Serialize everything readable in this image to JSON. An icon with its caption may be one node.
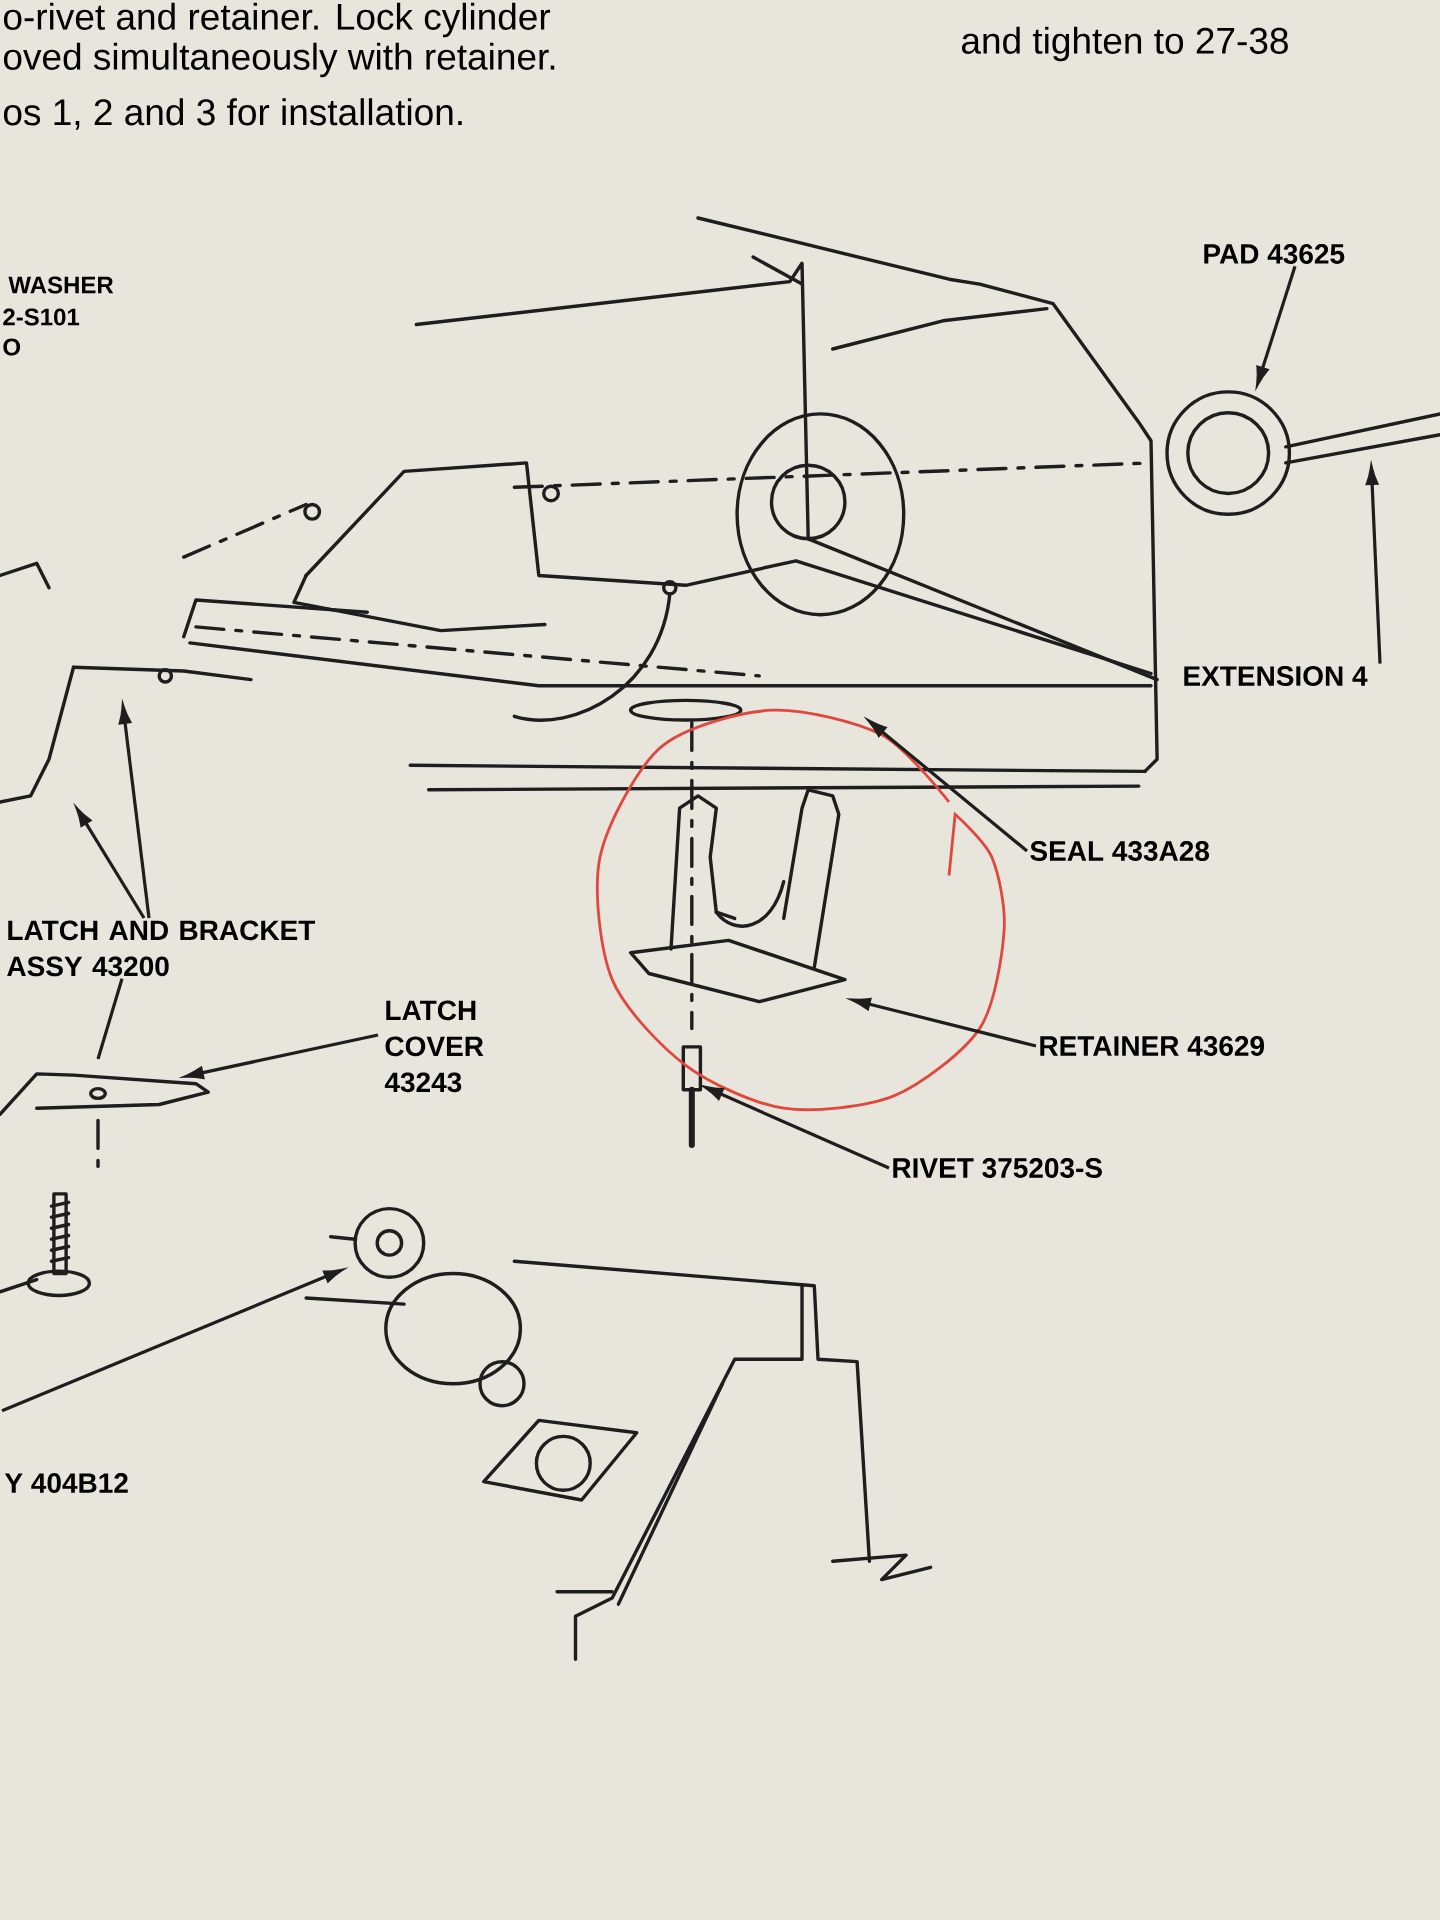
{
  "diagram": {
    "nodes": [
      {
        "text": [
          "PAD 43625"
        ]
      },
      {
        "text": [
          "EXTENSION 4"
        ]
      },
      {
        "text": [
          "SEAL 433A28"
        ]
      },
      {
        "text": [
          "RETAINER 43629"
        ]
      },
      {
        "text": [
          "RIVET 375203-S"
        ]
      },
      {
        "text": [
          "LATCH AND BRACKET ASSY 43200"
        ]
      },
      {
        "text": [
          "LATCH COVER 43243"
        ]
      },
      {
        "text": [
          "Y 404B12"
        ]
      }
    ],
    "edges": [
      {
        "from": 0,
        "to": null,
        "arrow": "to"
      },
      {
        "from": 1,
        "to": null,
        "arrow": "to"
      },
      {
        "from": 2,
        "to": null,
        "arrow": "to"
      },
      {
        "from": 3,
        "to": null,
        "arrow": "to"
      },
      {
        "from": 4,
        "to": null,
        "arrow": "to"
      },
      {
        "from": 5,
        "to": null,
        "arrow": "to"
      },
      {
        "from": 5,
        "to": null,
        "arrow": "to"
      },
      {
        "from": 5,
        "to": null,
        "arrow": "none"
      },
      {
        "from": 6,
        "to": null,
        "arrow": "to"
      },
      {
        "from": 7,
        "to": null,
        "arrow": "to"
      }
    ],
    "labels": [
      "o-rivet and retainer. Lock cylinder",
      "oved simultaneously with retainer.",
      "os 1, 2 and 3 for installation.",
      "and tighten to 27-38",
      "WASHER",
      "2-S101",
      "O"
    ]
  }
}
